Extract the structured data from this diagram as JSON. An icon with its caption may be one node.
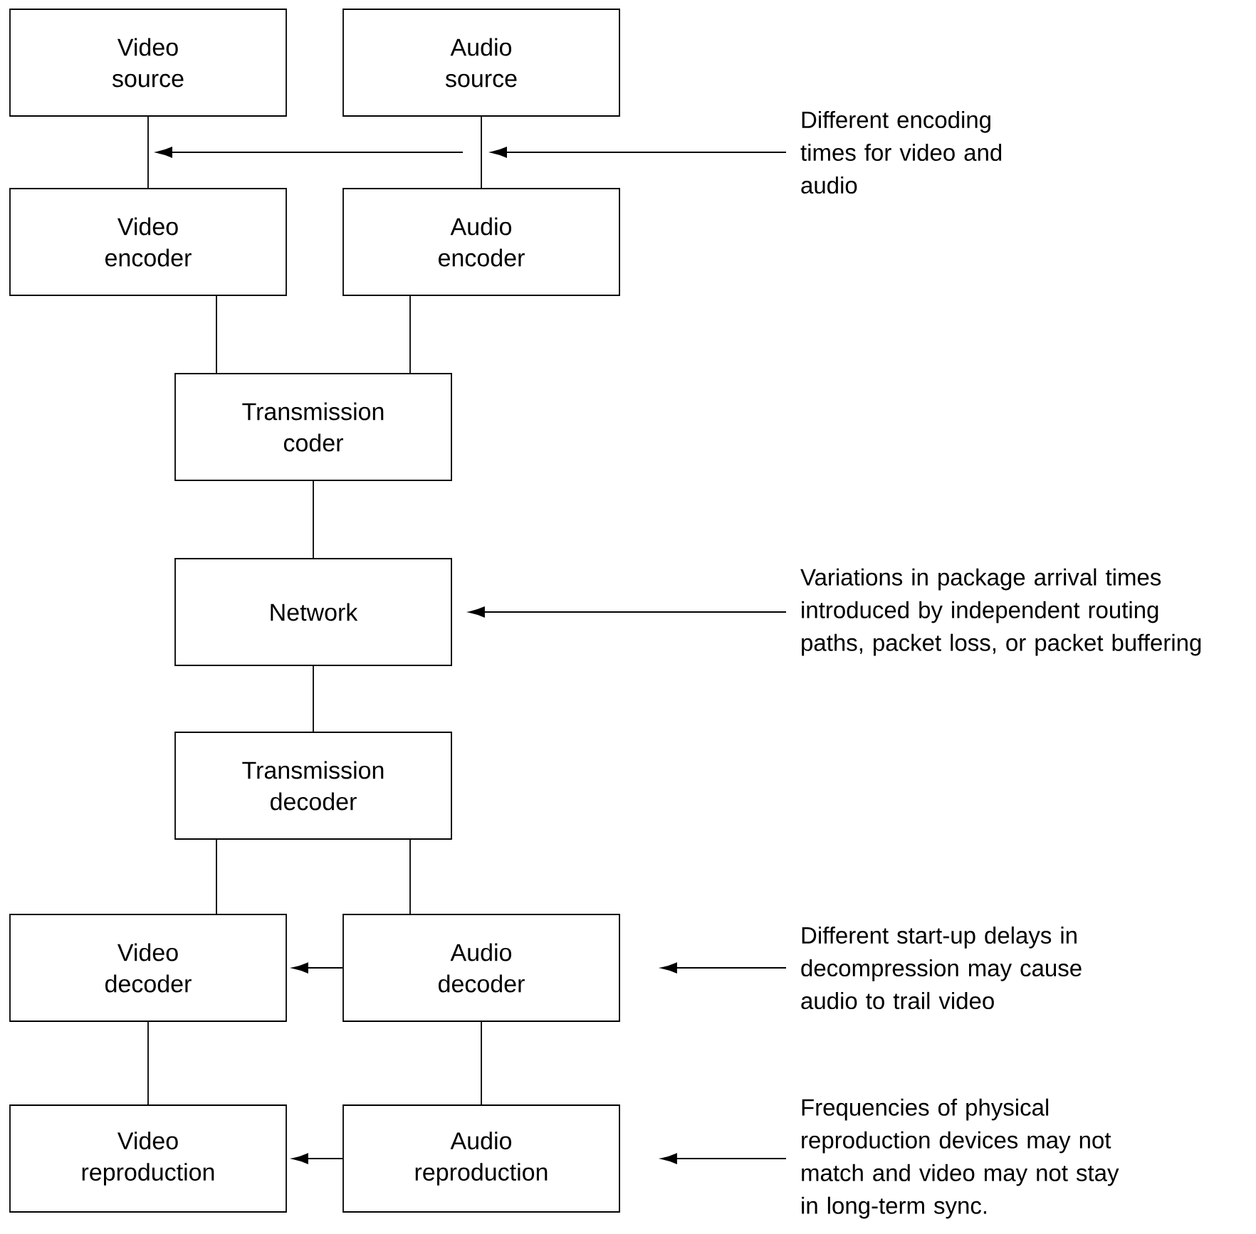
{
  "diagram": {
    "nodes": [
      {
        "text": [
          "Video source"
        ]
      },
      {
        "text": [
          "Audio source"
        ]
      },
      {
        "text": [
          "Video encoder"
        ]
      },
      {
        "text": [
          "Audio encoder"
        ]
      },
      {
        "text": [
          "Transmission coder"
        ]
      },
      {
        "text": [
          "Network"
        ]
      },
      {
        "text": [
          "Transmission decoder"
        ]
      },
      {
        "text": [
          "Video decoder"
        ]
      },
      {
        "text": [
          "Audio decoder"
        ]
      },
      {
        "text": [
          "Video reproduction"
        ]
      },
      {
        "text": [
          "Audio reproduction"
        ]
      },
      {
        "text": [
          "Different encoding times for video and audio"
        ]
      },
      {
        "text": [
          "Variations in package arrival times introduced by independent routing paths, packet loss, or packet buffering"
        ]
      },
      {
        "text": [
          "Different start-up delays in decompression may cause audio to trail video"
        ]
      },
      {
        "text": [
          "Frequencies of physical reproduction devices may not match and video may not stay in long-term sync."
        ]
      }
    ],
    "edges": [
      {
        "from": 0,
        "to": 2,
        "arrow": "none"
      },
      {
        "from": 1,
        "to": 3,
        "arrow": "none"
      },
      {
        "from": 2,
        "to": 4,
        "arrow": "none"
      },
      {
        "from": 3,
        "to": 4,
        "arrow": "none"
      },
      {
        "from": 4,
        "to": 5,
        "arrow": "none"
      },
      {
        "from": 5,
        "to": 6,
        "arrow": "none"
      },
      {
        "from": 6,
        "to": 7,
        "arrow": "none"
      },
      {
        "from": 6,
        "to": 8,
        "arrow": "none"
      },
      {
        "from": 7,
        "to": 9,
        "arrow": "none"
      },
      {
        "from": 8,
        "to": 10,
        "arrow": "none"
      },
      {
        "from": 11,
        "to": null,
        "arrow": "to"
      },
      {
        "from": 12,
        "to": 5,
        "arrow": "to"
      },
      {
        "from": 8,
        "to": 7,
        "arrow": "to"
      },
      {
        "from": 13,
        "to": 8,
        "arrow": "to"
      },
      {
        "from": 10,
        "to": 9,
        "arrow": "to"
      },
      {
        "from": 14,
        "to": 10,
        "arrow": "to"
      }
    ]
  }
}
